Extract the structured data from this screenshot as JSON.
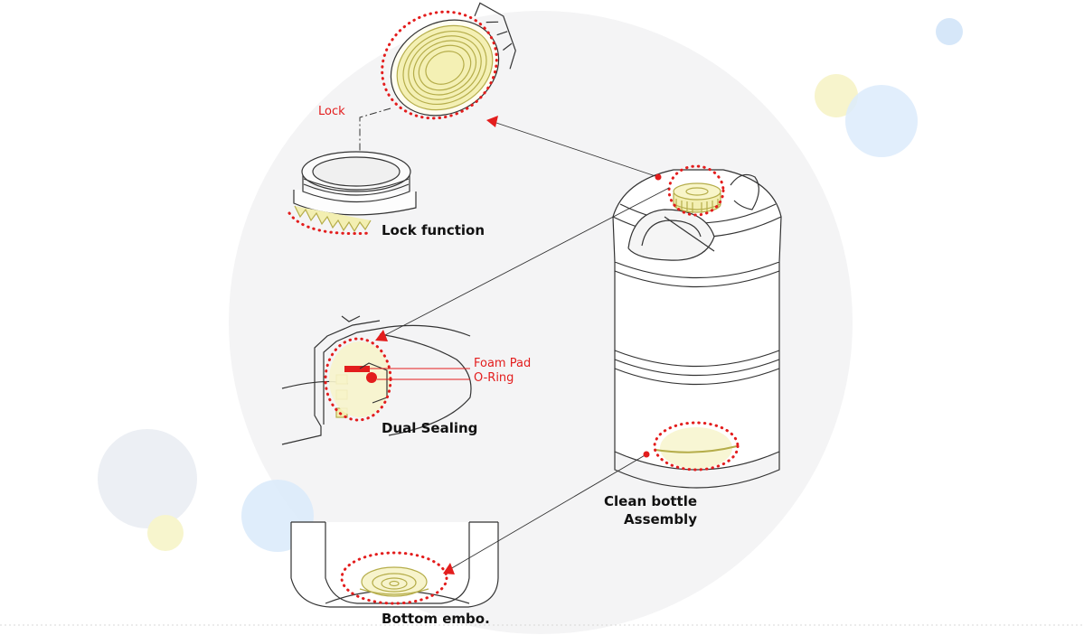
{
  "labels": {
    "lock": "Lock",
    "lock_function": "Lock function",
    "foam_pad": "Foam Pad",
    "o_ring": "O-Ring",
    "dual_sealing": "Dual Sealing",
    "assembly_line1": "Clean bottle",
    "assembly_line2": "Assembly",
    "bottom_embo": "Bottom embo."
  },
  "colors": {
    "highlight_red": "#e31d1d",
    "highlight_yellow": "#f3f0b9",
    "line_art": "#333333",
    "background_circle": "#f4f4f5",
    "bubble_blue": "#dcebfb",
    "bubble_yellow": "#f8f6cf"
  }
}
